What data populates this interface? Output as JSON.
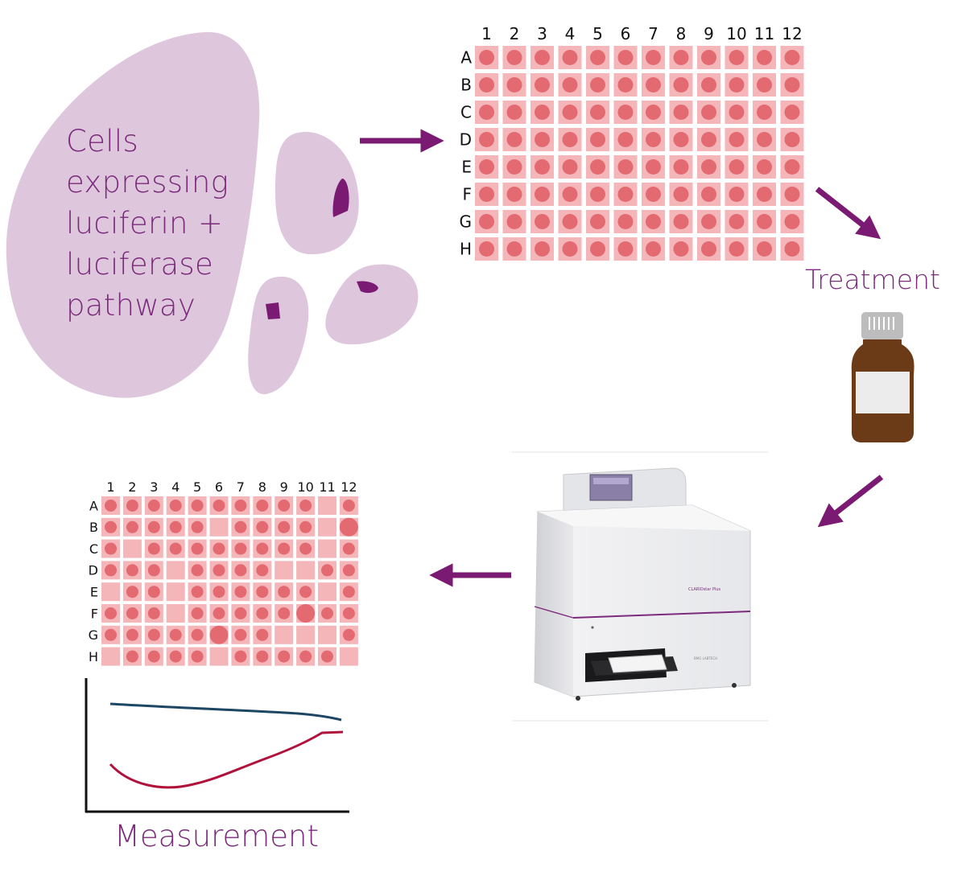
{
  "labels": {
    "cells_lines": [
      "Cells",
      "expressing",
      "luciferin +",
      "luciferase",
      "pathway"
    ],
    "treatment": "Treatment",
    "measurement": "Measurement"
  },
  "plate": {
    "columns": [
      "1",
      "2",
      "3",
      "4",
      "5",
      "6",
      "7",
      "8",
      "9",
      "10",
      "11",
      "12"
    ],
    "rows": [
      "A",
      "B",
      "C",
      "D",
      "E",
      "F",
      "G",
      "H"
    ]
  },
  "result_plate": {
    "rows": {
      "A": "111111111101",
      "B": "111110111102",
      "C": "101111111101",
      "D": "111011110011",
      "E": "011011111101",
      "F": "111011111211",
      "G": "111112110001",
      "H": "011110111110"
    }
  },
  "device": {
    "brand_text": "CLARIOstar Plus",
    "maker_text": "BMG LABTECH"
  },
  "colors": {
    "accent": "#7b1a72",
    "cell_fill": "#dec7dd",
    "nucleus": "#7b1a72",
    "well_bg": "#f4b6b9",
    "well_dot": "#e46a72",
    "bottle_body": "#6b3a17",
    "series_blue": "#1c4664",
    "series_red": "#b0123c"
  }
}
